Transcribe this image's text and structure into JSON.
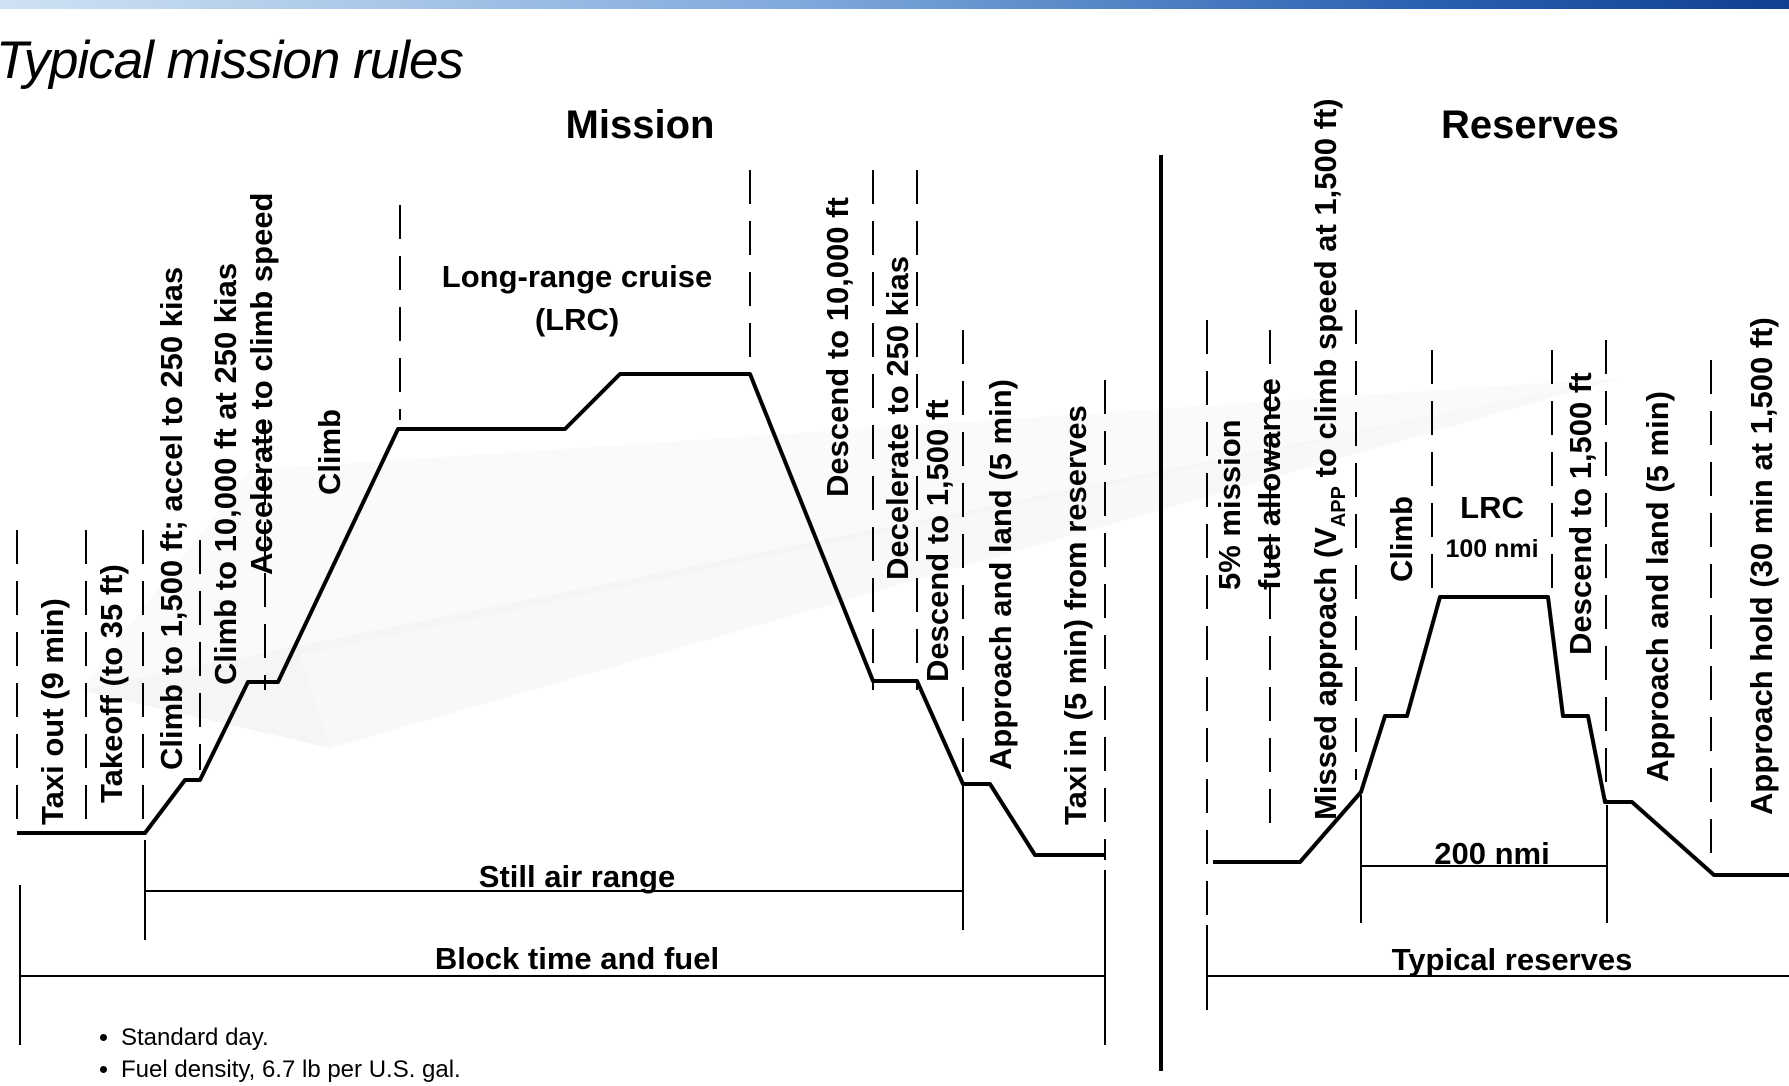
{
  "slide": {
    "title": "Typical mission rules"
  },
  "mission": {
    "header": "Mission",
    "phases": [
      "Taxi out (9 min)",
      "Takeoff (to 35 ft)",
      "Climb to 1,500 ft; accel to 250 kias",
      "Climb to 10,000 ft at 250 kias",
      "Accelerate to climb speed",
      "Climb",
      "Long-range cruise",
      "(LRC)",
      "Descend to 10,000 ft",
      "Decelerate to 250 kias",
      "Descend to 1,500 ft",
      "Approach and land (5 min)",
      "Taxi in (5 min) from reserves"
    ],
    "still_air_range": "Still air range",
    "block_time_fuel": "Block time and fuel"
  },
  "reserves": {
    "header": "Reserves",
    "phases": [
      "5% mission",
      "fuel allowance",
      "Missed approach (V",
      "APP",
      " to climb speed at 1,500 ft)",
      "Climb",
      "LRC",
      "100 nmi",
      "Descend to 1,500 ft",
      "Approach and land (5 min)",
      "Approach hold (30 min at 1,500 ft)"
    ],
    "distance": "200 nmi",
    "typical_reserves": "Typical reserves"
  },
  "notes": [
    "Standard day.",
    "Fuel density, 6.7 lb per U.S. gal."
  ]
}
